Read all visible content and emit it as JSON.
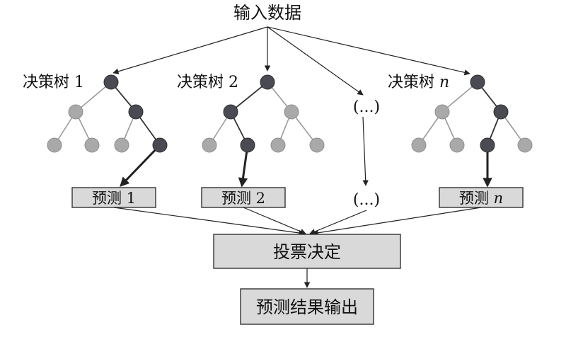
{
  "input_label": "输入数据",
  "trees": [
    {
      "name": "决策树",
      "suffix": "1",
      "pred_name": "预测",
      "pred_suffix": "1"
    },
    {
      "name": "决策树",
      "suffix": "2",
      "pred_name": "预测",
      "pred_suffix": "2"
    },
    {
      "name": "决策树",
      "suffix": "n",
      "pred_name": "预测",
      "pred_suffix": "n"
    }
  ],
  "ellipsis_top": "(...)",
  "ellipsis_bottom": "(...)",
  "vote_label": "投票决定",
  "output_label": "预测结果输出",
  "colors": {
    "dark_node": "#4a4a52",
    "light_node": "#a9a9a9",
    "box_fill": "#d9d9d9"
  }
}
